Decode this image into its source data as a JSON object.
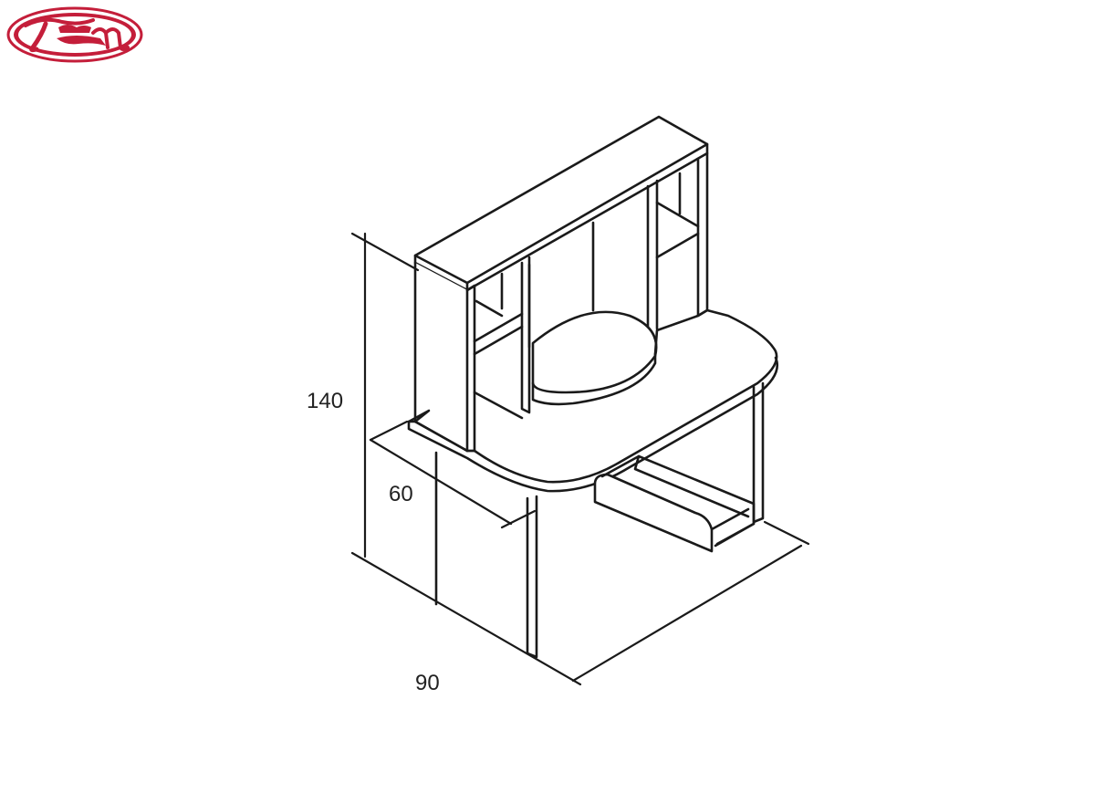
{
  "logo": {
    "text": "TM",
    "icon": "tm-brand-logo-icon",
    "color": "#c41e3a"
  },
  "drawing": {
    "subject": "computer-desk-with-hutch-icon",
    "line_color": "#1a1a1a"
  },
  "dimensions": {
    "height": "140",
    "depth": "60",
    "width": "90"
  }
}
